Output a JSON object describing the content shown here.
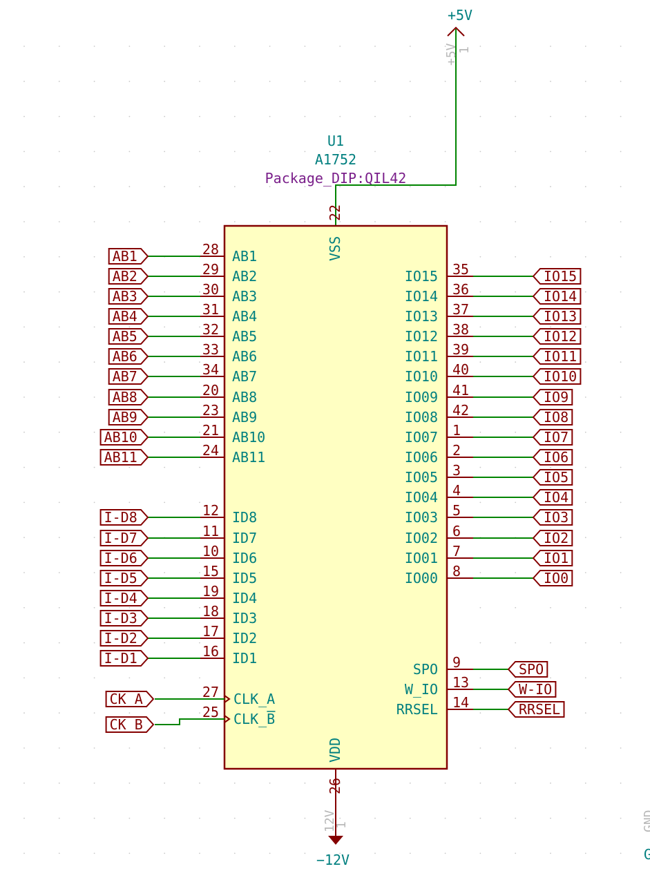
{
  "component": {
    "reference": "U1",
    "value": "A1752",
    "footprint": "Package_DIP:QIL42",
    "body_color": "#ffffc2",
    "outline_color": "#840000"
  },
  "power": {
    "top": {
      "label": "+5V",
      "ghost_value": "+5V",
      "ghost_pin": "1",
      "pin_name": "VSS",
      "pin_number": "22"
    },
    "bottom": {
      "label": "−12V",
      "ghost_value": "12V",
      "ghost_pin": "1",
      "pin_name": "VDD",
      "pin_number": "26"
    }
  },
  "left_pins": [
    {
      "name": "AB1",
      "number": "28",
      "net": "AB1"
    },
    {
      "name": "AB2",
      "number": "29",
      "net": "AB2"
    },
    {
      "name": "AB3",
      "number": "30",
      "net": "AB3"
    },
    {
      "name": "AB4",
      "number": "31",
      "net": "AB4"
    },
    {
      "name": "AB5",
      "number": "32",
      "net": "AB5"
    },
    {
      "name": "AB6",
      "number": "33",
      "net": "AB6"
    },
    {
      "name": "AB7",
      "number": "34",
      "net": "AB7"
    },
    {
      "name": "AB8",
      "number": "20",
      "net": "AB8"
    },
    {
      "name": "AB9",
      "number": "23",
      "net": "AB9"
    },
    {
      "name": "AB10",
      "number": "21",
      "net": "AB10"
    },
    {
      "name": "AB11",
      "number": "24",
      "net": "AB11"
    },
    {
      "name": "ID8",
      "number": "12",
      "net": "I-D8"
    },
    {
      "name": "ID7",
      "number": "11",
      "net": "I-D7"
    },
    {
      "name": "ID6",
      "number": "10",
      "net": "I-D6"
    },
    {
      "name": "ID5",
      "number": "15",
      "net": "I-D5"
    },
    {
      "name": "ID4",
      "number": "19",
      "net": "I-D4"
    },
    {
      "name": "ID3",
      "number": "18",
      "net": "I-D3"
    },
    {
      "name": "ID2",
      "number": "17",
      "net": "I-D2"
    },
    {
      "name": "ID1",
      "number": "16",
      "net": "I-D1"
    }
  ],
  "clock_pins": [
    {
      "name": "CLK_A",
      "number": "27",
      "net": "CK_A"
    },
    {
      "name": "CLK_",
      "overbar": "B",
      "number": "25",
      "net": "CK_B"
    }
  ],
  "right_pins": [
    {
      "name": "IO15",
      "number": "35",
      "net": "IO15"
    },
    {
      "name": "IO14",
      "number": "36",
      "net": "IO14"
    },
    {
      "name": "IO13",
      "number": "37",
      "net": "IO13"
    },
    {
      "name": "IO12",
      "number": "38",
      "net": "IO12"
    },
    {
      "name": "IO11",
      "number": "39",
      "net": "IO11"
    },
    {
      "name": "IO10",
      "number": "40",
      "net": "IO10"
    },
    {
      "name": "IO09",
      "number": "41",
      "net": "IO9"
    },
    {
      "name": "IO08",
      "number": "42",
      "net": "IO8"
    },
    {
      "name": "IO07",
      "number": "1",
      "net": "IO7"
    },
    {
      "name": "IO06",
      "number": "2",
      "net": "IO6"
    },
    {
      "name": "IO05",
      "number": "3",
      "net": "IO5"
    },
    {
      "name": "IO04",
      "number": "4",
      "net": "IO4"
    },
    {
      "name": "IO03",
      "number": "5",
      "net": "IO3"
    },
    {
      "name": "IO02",
      "number": "6",
      "net": "IO2"
    },
    {
      "name": "IO01",
      "number": "7",
      "net": "IO1"
    },
    {
      "name": "IO00",
      "number": "8",
      "net": "IO0"
    }
  ],
  "control_pins": [
    {
      "name": "SPO",
      "number": "9",
      "net": "SPO"
    },
    {
      "name": "W_IO",
      "number": "13",
      "net": "W-IO"
    },
    {
      "name": "RRSEL",
      "number": "14",
      "net": "RRSEL"
    }
  ],
  "edge_fragments": {
    "gnd_ghost": "GND",
    "gnd_label": "G"
  },
  "colors": {
    "wire": "#008400",
    "pin": "#840000",
    "text": "#007f7f",
    "footprint": "#7a1f8a",
    "grid_dot": "#c8c8c8"
  }
}
